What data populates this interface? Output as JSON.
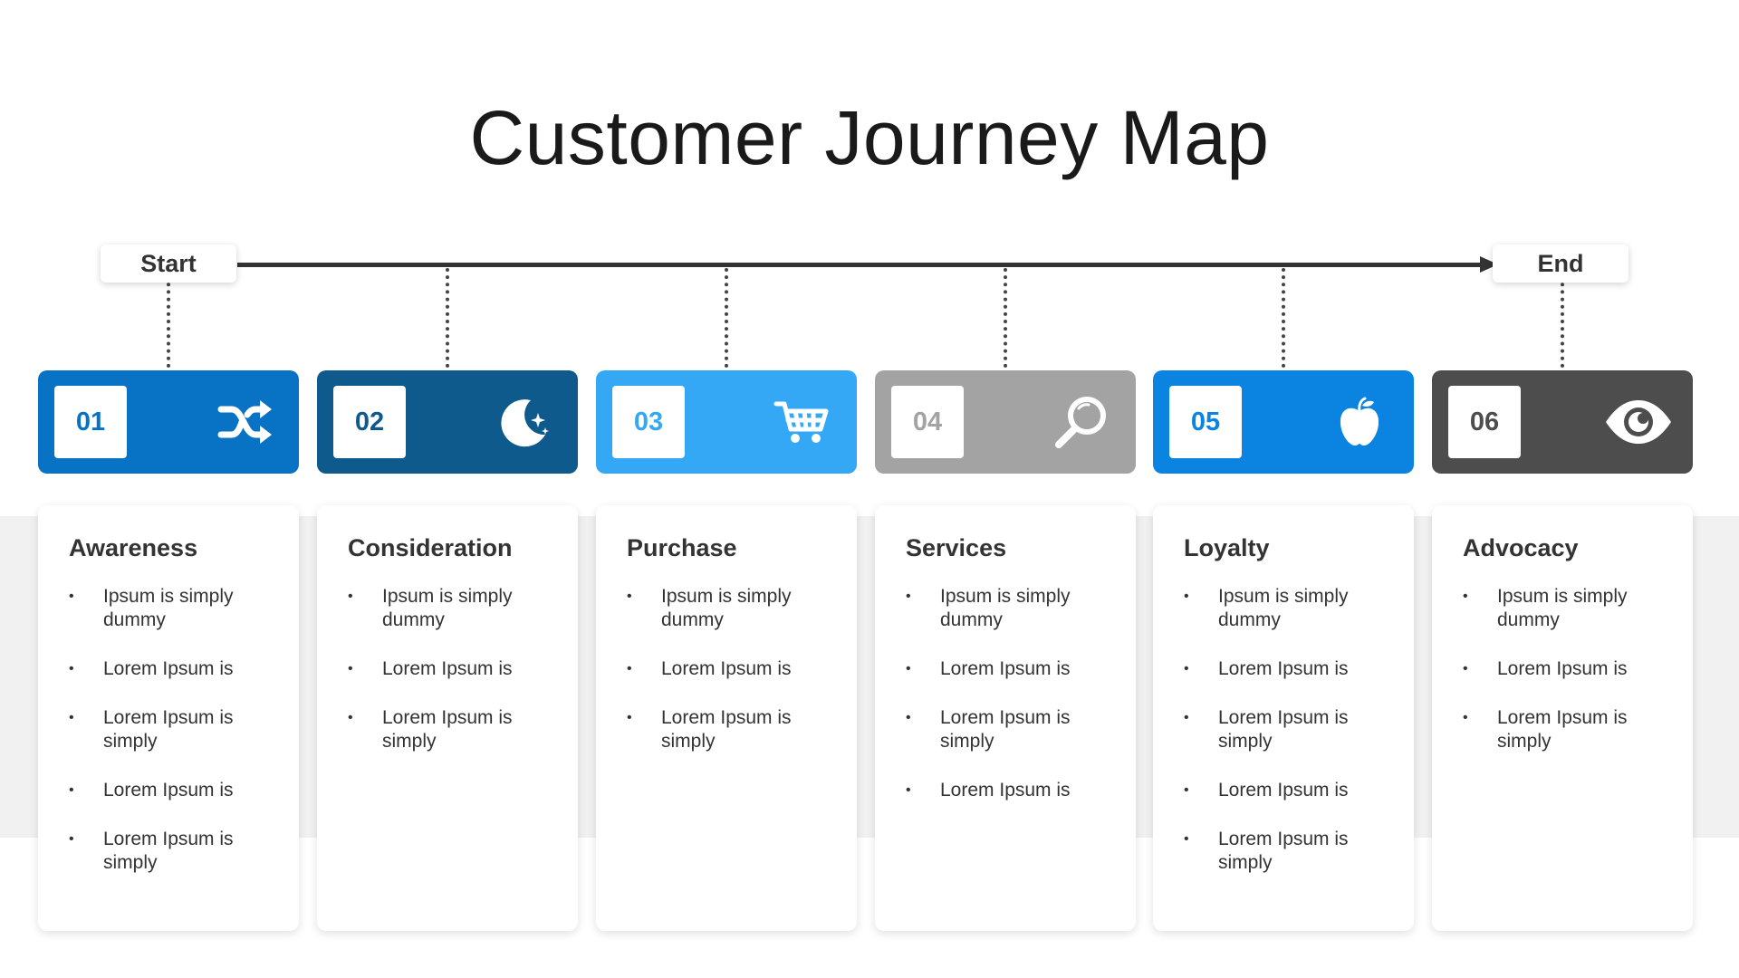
{
  "title": "Customer Journey Map",
  "timeline": {
    "start_label": "Start",
    "end_label": "End"
  },
  "stages": [
    {
      "number": "01",
      "icon": "shuffle-icon",
      "title": "Awareness",
      "color": "#0873c4",
      "number_color": "#0873c4",
      "bullets": [
        "Ipsum is simply dummy",
        "Lorem Ipsum is",
        "Lorem Ipsum is simply",
        "Lorem Ipsum is",
        "Lorem Ipsum is simply"
      ]
    },
    {
      "number": "02",
      "icon": "moon-stars-icon",
      "title": "Consideration",
      "color": "#0f5a8c",
      "number_color": "#0f5a8c",
      "bullets": [
        "Ipsum is simply dummy",
        "Lorem Ipsum is",
        "Lorem Ipsum is simply"
      ]
    },
    {
      "number": "03",
      "icon": "shopping-cart-icon",
      "title": "Purchase",
      "color": "#35a8f5",
      "number_color": "#35a8f5",
      "bullets": [
        "Ipsum is simply dummy",
        "Lorem Ipsum is",
        "Lorem Ipsum is simply"
      ]
    },
    {
      "number": "04",
      "icon": "magnifier-icon",
      "title": "Services",
      "color": "#a3a3a3",
      "number_color": "#a3a3a3",
      "bullets": [
        "Ipsum is simply dummy",
        "Lorem Ipsum is",
        "Lorem Ipsum is simply",
        "Lorem Ipsum is"
      ]
    },
    {
      "number": "05",
      "icon": "apple-icon",
      "title": "Loyalty",
      "color": "#0a84e0",
      "number_color": "#0a84e0",
      "bullets": [
        "Ipsum is simply dummy",
        "Lorem Ipsum is",
        "Lorem Ipsum is simply",
        "Lorem Ipsum is",
        "Lorem Ipsum is simply"
      ]
    },
    {
      "number": "06",
      "icon": "eye-icon",
      "title": "Advocacy",
      "color": "#4d4d4d",
      "number_color": "#4d4d4d",
      "bullets": [
        "Ipsum is simply dummy",
        "Lorem Ipsum is",
        "Lorem Ipsum is simply"
      ]
    }
  ]
}
